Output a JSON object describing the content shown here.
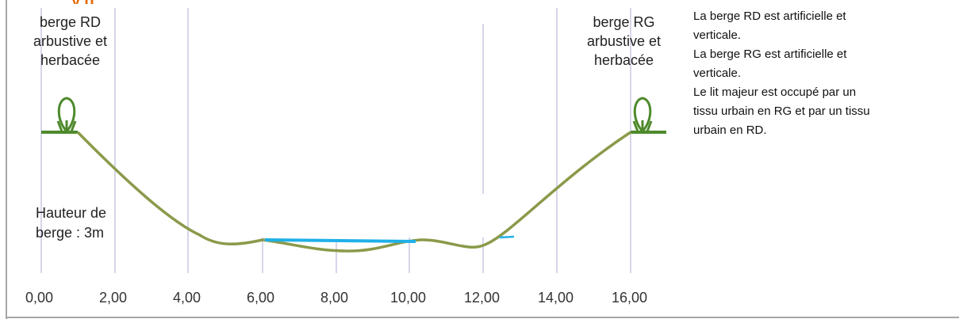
{
  "header": {
    "title_fragment": "y     g"
  },
  "left_bank": {
    "lines": [
      "berge RD",
      "arbustive et",
      "herbacée"
    ]
  },
  "right_bank": {
    "lines": [
      "berge RG",
      "arbustive et",
      "herbacée"
    ]
  },
  "bank_height": {
    "lines": [
      "Hauteur de",
      "berge : 3m"
    ]
  },
  "description": {
    "lines": [
      "La berge RD est artificielle et",
      "verticale.",
      "La berge RG est artificielle et",
      "verticale.",
      "Le lit majeur est occupé par un",
      "tissu urbain en RG et par un tissu",
      "urbain en RD."
    ]
  },
  "axis": {
    "tick_labels": [
      "0,00",
      "2,00",
      "4,00",
      "6,00",
      "8,00",
      "10,00",
      "12,00",
      "14,00",
      "16,00"
    ]
  },
  "colors": {
    "bank_line": "#8a9a4a",
    "ground": "#4e8a2c",
    "water": "#1fb0e8",
    "gridline": "#c9c9e6"
  }
}
